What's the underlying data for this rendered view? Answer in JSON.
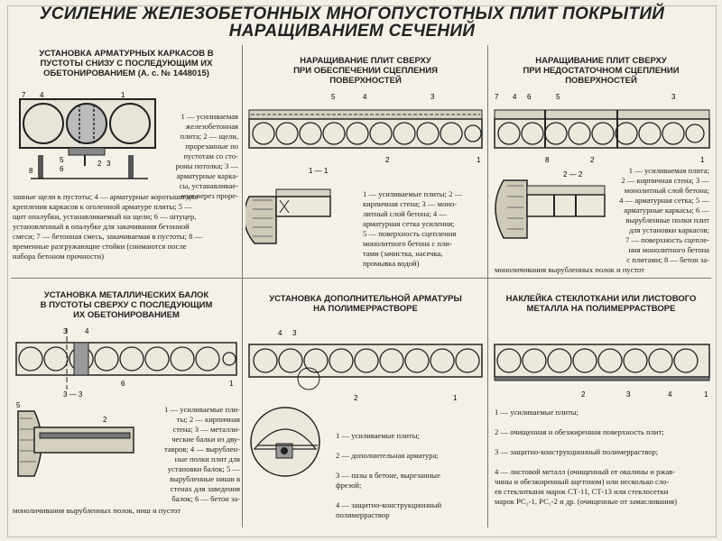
{
  "title": {
    "line1": "УСИЛЕНИЕ ЖЕЛЕЗОБЕТОННЫХ МНОГОПУСТОТНЫХ ПЛИТ ПОКРЫТИЙ",
    "line2": "НАРАЩИВАНИЕМ СЕЧЕНИЙ"
  },
  "panels": [
    {
      "heading": "УСТАНОВКА АРМАТУРНЫХ КАРКАСОВ В\nПУСТОТЫ СНИЗУ С ПОСЛЕДУЮЩИМ ИХ\nОБЕТОНИРОВАНИЕМ (А. с. № 1448015)",
      "legend_right": "1 — усиливаемая\nжелезобетонная\nплита; 2 — щели,\nпрорезанные по\nпустотам со сто-\nроны потолка; 3 —\nарматурные карка-\nсы, устанавливае-\nмые через проре-",
      "legend_bottom": "занные щели в пустоты; 4 — арматурные коротыши для\nкрепления каркасов к оголенной арматуре плиты; 5 —\nщит опалубки, устанавливаемый на щели; 6 — штуцер,\nустановленный в опалубке для закачивания бетонной\nсмеси; 7 — бетонная смесь, закачиваемая в пустоты; 8 —\nвременные разгружающие стойки (снимаются после\nнабора бетоном прочности)",
      "callouts": [
        "1",
        "2",
        "3",
        "4",
        "5",
        "6",
        "7",
        "8"
      ]
    },
    {
      "heading": "НАРАЩИВАНИЕ ПЛИТ СВЕРХУ\nПРИ ОБЕСПЕЧЕНИИ СЦЕПЛЕНИЯ\nПОВЕРХНОСТЕЙ",
      "legend": "1 — усиливаемые плиты; 2 —\nкирпичная стена; 3 — моно-\nлитный слой бетона; 4 —\nарматурная сетка усиления;\n5 — поверхность сцепления\nмонолитного бетона с пли-\nтами (зачистка, насечка,\nпромывка водой)",
      "section_label": "1 — 1",
      "callouts": [
        "1",
        "2",
        "3",
        "4",
        "5"
      ]
    },
    {
      "heading": "НАРАЩИВАНИЕ ПЛИТ СВЕРХУ\nПРИ НЕДОСТАТОЧНОМ СЦЕПЛЕНИИ\nПОВЕРХНОСТЕЙ",
      "legend": "1 — усиливаемая плита;\n2 — кирпичная стена; 3 —\nмонолитный слой бетона;\n4 — арматурная сетка; 5 —\nарматурные каркасы; 6 —\nвырубленные полки плит\nдля установки каркасов;\n7 — поверхность сцепле-\nния монолитного бетона\nс плитами; 8 — бетон за-",
      "legend_bottom": "моноличивания вырубленных полок и пустот",
      "section_label": "2 — 2",
      "callouts": [
        "1",
        "2",
        "3",
        "4",
        "5",
        "6",
        "7",
        "8"
      ]
    },
    {
      "heading": "УСТАНОВКА МЕТАЛЛИЧЕСКИХ БАЛОК\nВ ПУСТОТЫ СВЕРХУ С ПОСЛЕДУЮЩИМ\nИХ ОБЕТОНИРОВАНИЕМ",
      "legend": "1 — усиливаемые пли-\nты; 2 — кирпичная\nстена; 3 — металли-\nческие балки из дву-\nтавров; 4 — вырублен-\nные полки плит для\nустановки балок; 5 —\nвырубленные ниши в\nстенах для заведения\nбалок; 6 — бетон за-",
      "legend_bottom": "моноличивания вырубленных полок, ниш и пустот",
      "section_label": "3 — 3",
      "callouts": [
        "1",
        "2",
        "3",
        "4",
        "5",
        "6"
      ]
    },
    {
      "heading": "УСТАНОВКА ДОПОЛНИТЕЛЬНОЙ АРМАТУРЫ\nНА ПОЛИМЕРРАСТВОРЕ",
      "legend": "1 — усиливаемые плиты;\n\n2 — дополнительная арматура;\n\n3 — пазы в бетоне, вырезанные\nфрезой;\n\n4 — защитно-конструкционный\nполимерраствор",
      "callouts": [
        "1",
        "2",
        "3",
        "4"
      ]
    },
    {
      "heading": "НАКЛЕЙКА СТЕКЛОТКАНИ ИЛИ ЛИСТОВОГО\nМЕТАЛЛА НА ПОЛИМЕРРАСТВОРЕ",
      "legend": "1 — усиливаемые плиты;\n\n2 — очищенная и обезжиренная поверхность плит;\n\n3 — защитно-конструкционный полимерраствор;\n\n4 — листовой металл (очищенный от окалины и ржав-\nчины и обезжиренный ацетоном) или несколько сло-\nев стеклоткани марок СТ-11, СТ-13 или стеклосетки\nмарок РС₂-1, РС₁-2 и др. (очищенные от замасливания)",
      "callouts": [
        "1",
        "2",
        "3",
        "4"
      ]
    }
  ]
}
